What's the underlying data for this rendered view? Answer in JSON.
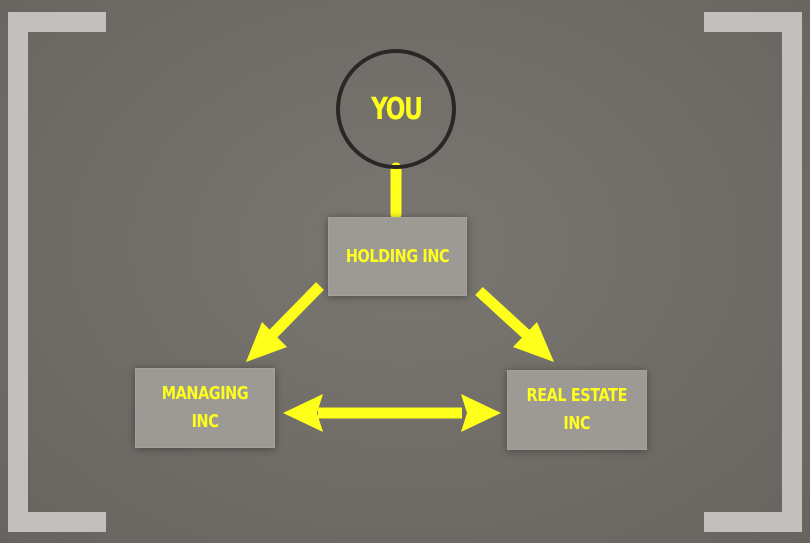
{
  "diagram": {
    "you": {
      "label": "YOU"
    },
    "nodes": {
      "holding": {
        "label": "HOLDING INC"
      },
      "managing": {
        "label": "MANAGING INC"
      },
      "real_estate": {
        "label": "REAL ESTATE\nINC"
      }
    },
    "edges": [
      {
        "from": "you",
        "to": "holding",
        "style": "line"
      },
      {
        "from": "holding",
        "to": "managing",
        "style": "arrow"
      },
      {
        "from": "holding",
        "to": "real_estate",
        "style": "arrow"
      },
      {
        "from": "managing",
        "to": "real_estate",
        "style": "double-arrow"
      }
    ]
  },
  "colors": {
    "background": "#6f6b66",
    "bracket": "#c2c0bc",
    "box": "#9d9994",
    "accent": "#ffff1c",
    "circle_border": "#2a2826"
  }
}
